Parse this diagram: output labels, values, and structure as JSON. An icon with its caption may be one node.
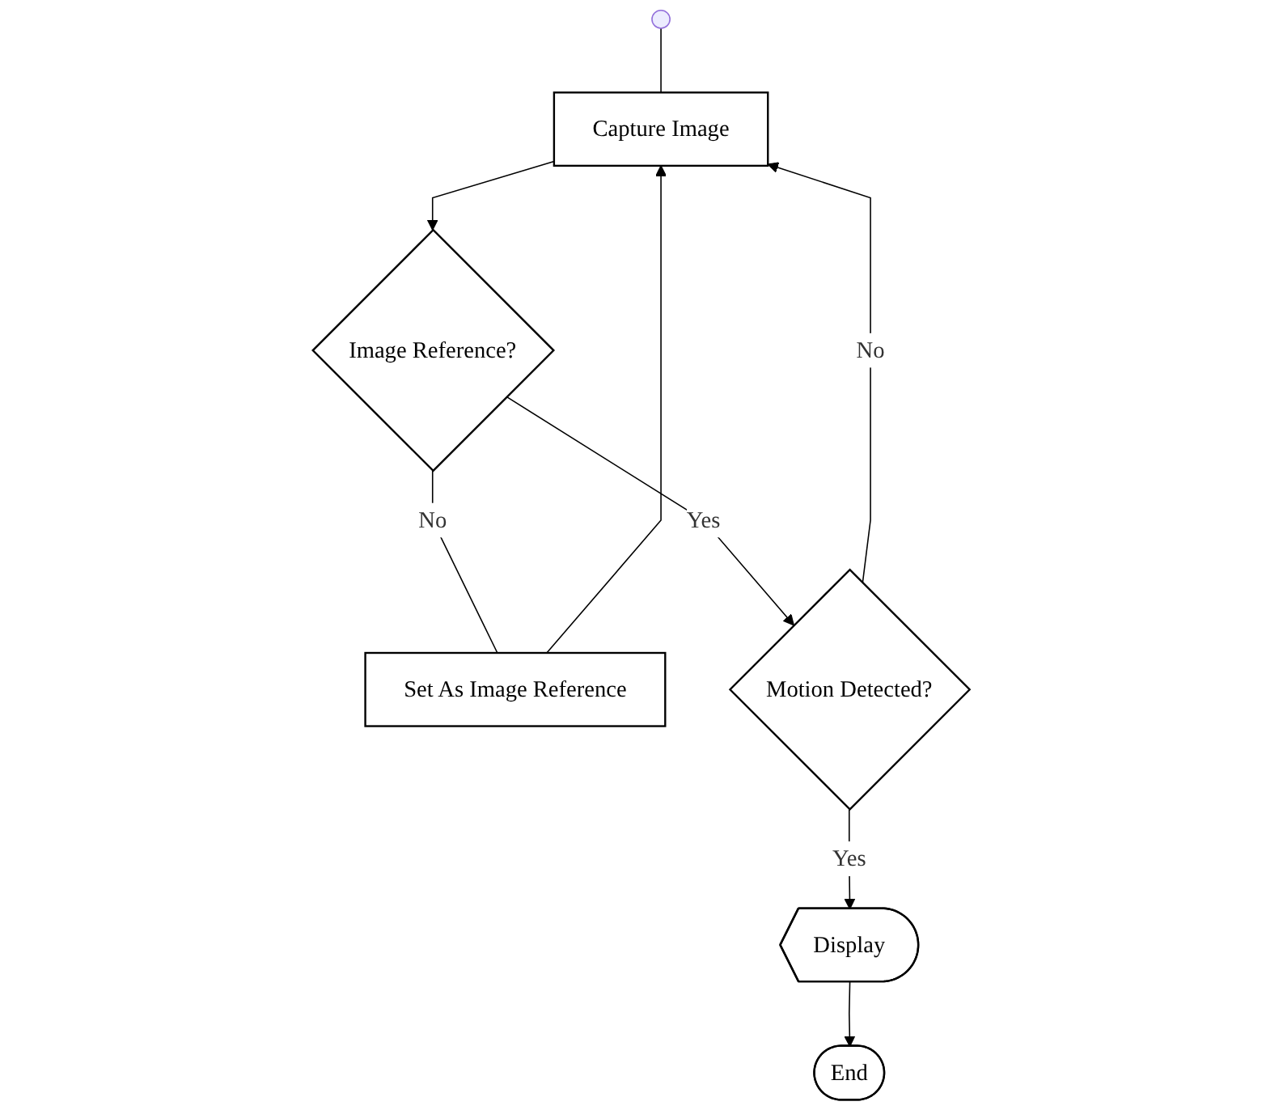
{
  "diagram": {
    "nodes": [
      {
        "text": [],
        "shape": "circle"
      },
      {
        "text": [
          "Capture Image"
        ]
      },
      {
        "text": [
          "Set As Image Reference"
        ]
      },
      {
        "text": [
          "Image Reference?"
        ]
      },
      {
        "text": [
          "Motion Detected?"
        ]
      },
      {
        "text": [
          "Display"
        ]
      },
      {
        "text": [
          "End"
        ]
      }
    ],
    "edges": [
      {
        "from": 0,
        "to": 1,
        "arrow": "none"
      },
      {
        "from": 1,
        "to": 3,
        "arrow": "to"
      },
      {
        "from": 3,
        "to": 2,
        "label": "No",
        "arrow": "none"
      },
      {
        "from": 2,
        "to": 1,
        "arrow": "to"
      },
      {
        "from": 3,
        "to": 4,
        "label": "Yes",
        "arrow": "to"
      },
      {
        "from": 4,
        "to": 1,
        "label": "No",
        "arrow": "to"
      },
      {
        "from": 4,
        "to": 5,
        "label": "Yes",
        "arrow": "to"
      },
      {
        "from": 5,
        "to": 6,
        "arrow": "to"
      }
    ]
  }
}
